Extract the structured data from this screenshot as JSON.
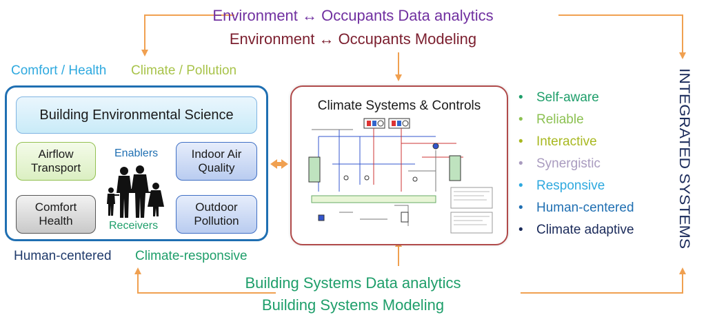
{
  "top": {
    "line1": "Environment ↔ Occupants Data analytics",
    "line2": "Environment ↔ Occupants Modeling"
  },
  "bottom": {
    "line1": "Building Systems Data analytics",
    "line2": "Building Systems Modeling"
  },
  "left_panel": {
    "label_top_a": "Comfort / Health",
    "label_top_b": "Climate / Pollution",
    "title": "Building Environmental Science",
    "boxes": {
      "airflow": [
        "Airflow",
        "Transport"
      ],
      "comfort": [
        "Comfort",
        "Health"
      ],
      "iaq": [
        "Indoor Air",
        "Quality"
      ],
      "outdoor": [
        "Outdoor",
        "Pollution"
      ]
    },
    "enablers": "Enablers",
    "receivers": "Receivers",
    "label_bottom_a": "Human-centered",
    "label_bottom_b": "Climate-responsive"
  },
  "center_panel": {
    "title": "Climate Systems & Controls"
  },
  "features": [
    {
      "label": "Self-aware",
      "color": "#1e9e6a"
    },
    {
      "label": "Reliable",
      "color": "#8cc152"
    },
    {
      "label": "Interactive",
      "color": "#a8b820"
    },
    {
      "label": "Synergistic",
      "color": "#a99bbf"
    },
    {
      "label": "Responsive",
      "color": "#2ea9df"
    },
    {
      "label": "Human-centered",
      "color": "#1f6fb2"
    },
    {
      "label": "Climate adaptive",
      "color": "#1a2a5a"
    }
  ],
  "side_title": "INTEGRATED SYSTEMS",
  "colors": {
    "arrow": "#f0a050",
    "panel_border": "#1f6fb2",
    "center_border": "#b04a4a"
  }
}
